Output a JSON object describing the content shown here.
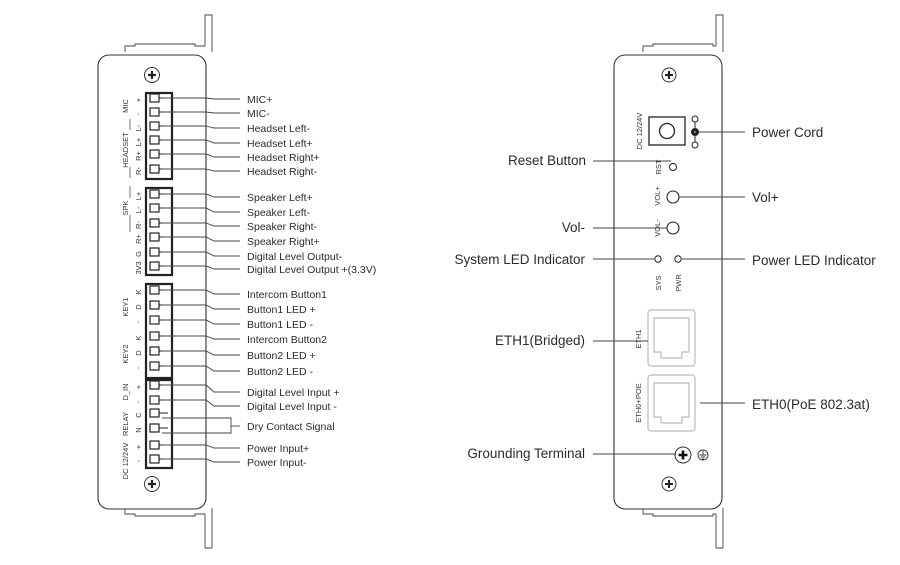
{
  "left_device": {
    "group_labels": [
      "MIC",
      "HEADSET",
      "SPK",
      "KEY1",
      "KEY2",
      "D_IN",
      "RELAY",
      "DC 12/24V"
    ],
    "pin_labels": [
      "+",
      "-",
      "L-",
      "L+",
      "R+",
      "R-",
      "L+",
      "L-",
      "R-",
      "R+",
      "G",
      "3V3",
      "K",
      "D",
      "-",
      "K",
      "D",
      "-",
      "+",
      "-",
      "C",
      "N",
      "+",
      "-"
    ],
    "callouts": [
      "MIC+",
      "MIC-",
      "Headset Left-",
      "Headset Left+",
      "Headset Right+",
      "Headset Right-",
      "Speaker Left+",
      "Speaker Left-",
      "Speaker Right-",
      "Speaker Right+",
      "Digital Level Output-",
      "Digital Level Output +(3.3V)",
      "Intercom Button1",
      "Button1 LED +",
      "Button1 LED -",
      "Intercom Button2",
      "Button2 LED +",
      "Button2 LED -",
      "Digital Level Input +",
      "Digital Level Input -",
      "Dry Contact Signal",
      "Power Input+",
      "Power Input-"
    ]
  },
  "right_device": {
    "panel_texts": {
      "dc": "DC 12/24V",
      "rst": "RST",
      "vol_plus": "VOL+",
      "vol_minus": "VOL-",
      "sys": "SYS",
      "pwr": "PWR",
      "eth1": "ETH1",
      "eth0": "ETH0+POE"
    },
    "callouts": {
      "power_cord": "Power Cord",
      "reset_button": "Reset Button",
      "vol_plus": "Vol+",
      "vol_minus": "Vol-",
      "system_led": "System LED Indicator",
      "power_led": "Power LED Indicator",
      "eth1": "ETH1(Bridged)",
      "eth0": "ETH0(PoE 802.3at)",
      "grounding": "Grounding Terminal"
    }
  }
}
